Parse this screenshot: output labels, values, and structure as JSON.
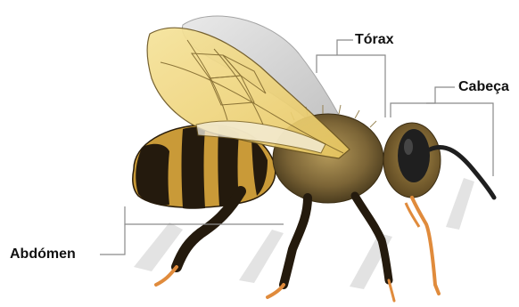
{
  "labels": {
    "thorax": "Tórax",
    "head": "Cabeça",
    "abdomen": "Abdómen"
  },
  "colors": {
    "leader_line": "#8a8a8a",
    "label_text": "#111111",
    "body_dark": "#241a0d",
    "body_yellow": "#c99a38",
    "wing_tint": "#f3dc85",
    "hair": "#8f7a45",
    "leg_orange": "#e08b3c"
  }
}
